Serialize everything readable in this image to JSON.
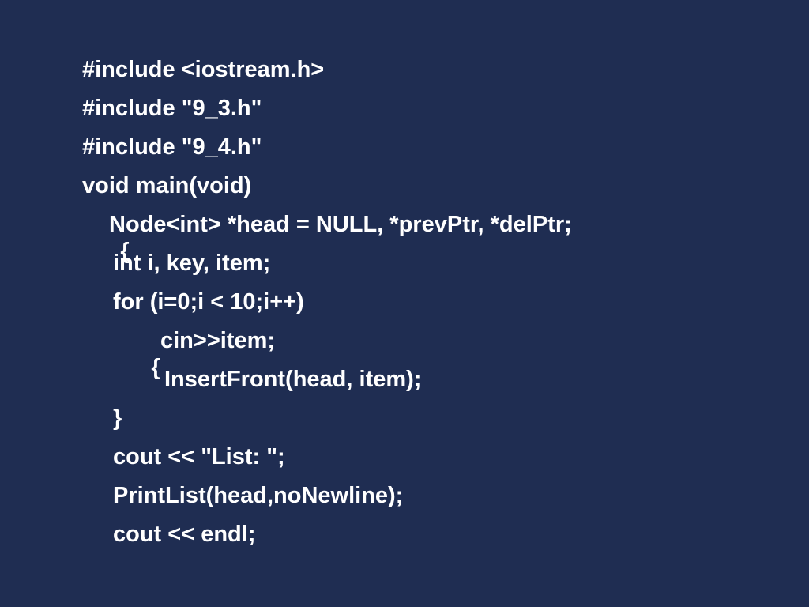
{
  "slide": {
    "background_color": "#1f2d52",
    "text_color": "#ffffff",
    "code_lines": [
      "#include <iostream.h>",
      "#include \"9_3.h\"",
      "#include \"9_4.h\"",
      "void main(void)",
      "{",
      "Node<int> *head = NULL, *prevPtr, *delPtr;",
      "int i, key, item;",
      "for (i=0;i < 10;i++)",
      "{",
      "cin>>item;",
      "InsertFront(head, item);",
      "}",
      "cout << \"List: \";",
      "PrintList(head,noNewline);",
      "cout << endl;"
    ]
  }
}
